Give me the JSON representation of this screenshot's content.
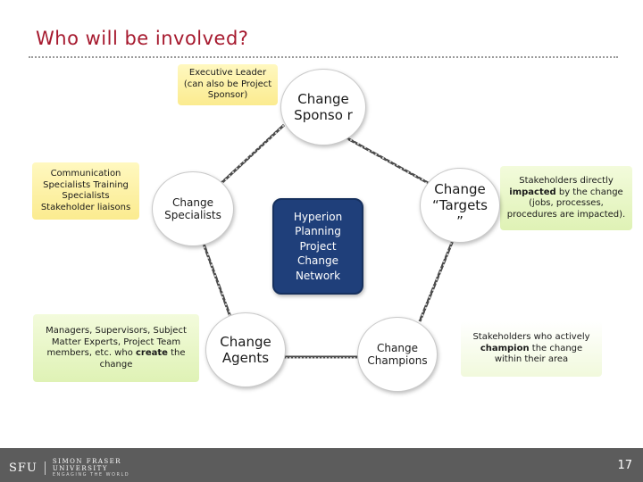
{
  "title": "Who will be involved?",
  "center": "Hyperion Planning Project Change Network",
  "nodes": {
    "sponsor": "Change Sponso r",
    "targets": "Change “Targets ”",
    "specialists": "Change Specialists",
    "agents": "Change Agents",
    "champions": "Change Champions"
  },
  "notes": {
    "executive": "Executive Leader (can also be Project Sponsor)",
    "communication": "Communication Specialists Training Specialists Stakeholder liaisons",
    "managers_1": "Managers, Supervisors, Subject Matter Experts, Project Team members, etc. who ",
    "managers_bold": "create",
    "managers_2": " the change",
    "stakeholders_1": "Stakeholders directly ",
    "stakeholders_bold": "impacted",
    "stakeholders_2": " by the change (jobs, processes, procedures are impacted).",
    "champion_1": "Stakeholders who actively ",
    "champion_bold": "champion",
    "champion_2": " the change within their area"
  },
  "footer": {
    "logo_mark": "SFU",
    "logo_main": "SIMON FRASER UNIVERSITY",
    "logo_sub": "ENGAGING THE WORLD",
    "page_number": "17"
  },
  "colors": {
    "title": "#a6192e",
    "center_fill": "#1f3f7a",
    "note_yellow": "#fbeb8f",
    "note_green": "#dff2b5",
    "footer": "#5c5c5c"
  }
}
